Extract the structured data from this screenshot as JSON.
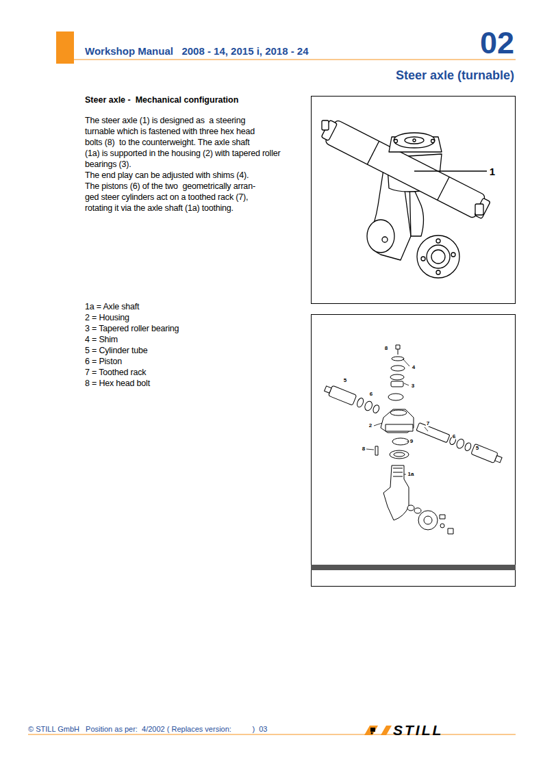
{
  "diagram": {
    "title": "Steer axle (turnable)",
    "labels": [
      "Workshop Manual   2008 - 14, 2015 i, 2018 - 24",
      "02",
      "Steer axle -  Mechanical configuration",
      "The steer axle (1) is designed as  a steering",
      "turnable which is fastened with three hex head",
      "bolts (8)  to the counterweight. The axle shaft",
      "(1a) is supported in the housing (2) with tapered roller",
      "bearings (3).",
      "The end play can be adjusted with shims (4).",
      "The pistons (6) of the two  geometrically arran-",
      "ged steer cylinders act on a toothed rack (7),",
      "rotating it via the axle shaft (1a) toothing.",
      "1a = Axle shaft",
      "2 = Housing",
      "3 = Tapered roller bearing",
      "4 = Shim",
      "5 = Cylinder tube",
      "6 = Piston",
      "7 = Toothed rack",
      "8 = Hex head bolt",
      "© STILL GmbH   Position as per:  4/2002 ( Replaces version:          )  03",
      "STILL",
      "1",
      "8",
      "4",
      "3",
      "5",
      "6",
      "2",
      "7",
      "9",
      "8",
      "6",
      "5",
      "1a"
    ]
  }
}
